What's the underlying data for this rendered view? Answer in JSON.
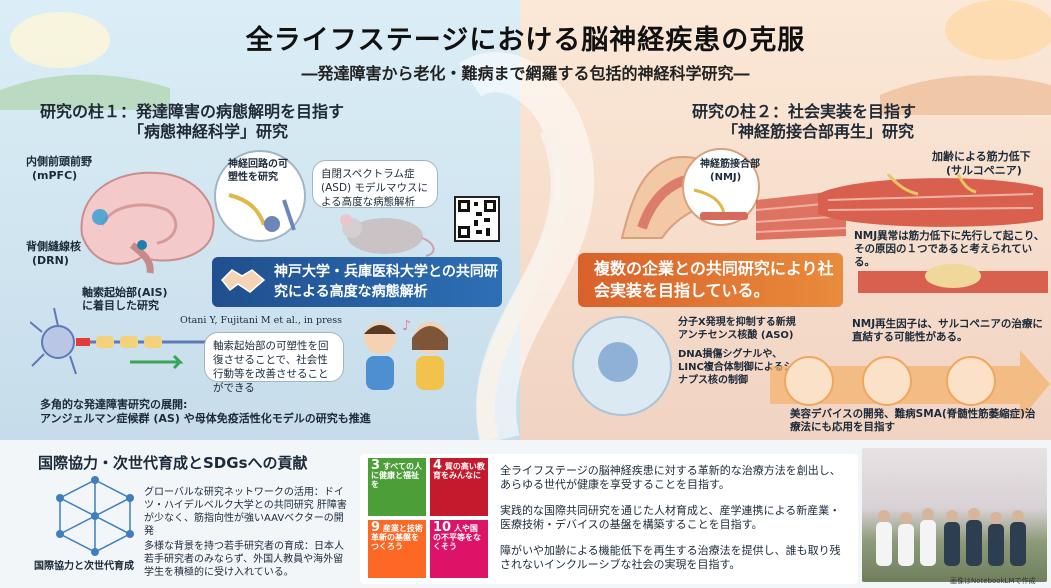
{
  "header": {
    "title": "全ライフステージにおける脳神経疾患の克服",
    "subtitle": "―発達障害から老化・難病まで網羅する包括的神経科学研究―"
  },
  "pillar1": {
    "heading_line1": "研究の柱１：発達障害の病態解明を目指す",
    "heading_line2": "「病態神経科学」研究",
    "mpfc_label1": "内側前頭前野",
    "mpfc_label2": "(mPFC)",
    "drn_label1": "背側縫線核",
    "drn_label2": "(DRN)",
    "circuit_bubble": "神経回路の可塑性を研究",
    "asd_bubble": "自閉スペクトラム症 (ASD) モデルマウスによる高度な病態解析",
    "ais_label": "軸索起始部(AIS)に着目した研究",
    "citation": "Otani Y, Fujitani M et al., in press",
    "banner": "神戸大学・兵庫医科大学との共同研究による高度な病態解析",
    "behavior_bubble": "軸索起始部の可塑性を回復させることで、社会性行動等を改善させることができる",
    "expansion_title": "多角的な発達障害研究の展開:",
    "expansion_body": "アンジェルマン症候群 (AS) や母体免疫活性化モデルの研究も推進"
  },
  "pillar2": {
    "heading_line1": "研究の柱２：社会実装を目指す",
    "heading_line2": "「神経筋接合部再生」研究",
    "nmj_label1": "神経筋接合部",
    "nmj_label2": "(NMJ)",
    "aging_label1": "加齢による筋力低下",
    "aging_label2": "(サルコペニア)",
    "nmj_abnormal": "NMJ異常は筋力低下に先行して起こり、その原因の１つであると考えられている。",
    "banner": "複数の企業との共同研究により社会実装を目指している。",
    "aso_label": "分子X発現を抑制する新規アンチセンス核酸 (ASO)",
    "dna_label": "DNA損傷シグナルや、LINC複合体制御によるシナプス核の制御",
    "regen_factor": "NMJ再生因子は、サルコペニアの治療に直結する可能性がある。",
    "device_label": "美容デバイスの開発、難病SMA(脊髄性筋萎縮症)治療法にも応用を目指す"
  },
  "bottom": {
    "section_title": "国際協力・次世代育成とSDGsへの貢献",
    "network_caption": "国際協力と次世代育成",
    "bullet1": "グローバルな研究ネットワークの活用：ドイツ・ハイデルベルク大学との共同研究 肝障害が少なく、筋指向性が強いAAVベクターの開発",
    "bullet2": "多様な背景を持つ若手研究者の育成：日本人若手研究者のみならず、外国人教員や海外留学生を積極的に受け入れている。",
    "sdg": [
      {
        "num": "3",
        "text": "すべての人に健康と福祉を",
        "color": "#4c9f38",
        "icon": "heartbeat-icon"
      },
      {
        "num": "4",
        "text": "質の高い教育をみんなに",
        "color": "#c5192d",
        "icon": "book-icon"
      },
      {
        "num": "9",
        "text": "産業と技術革新の基盤をつくろう",
        "color": "#fd6925",
        "icon": "cubes-icon"
      },
      {
        "num": "10",
        "text": "人や国の不平等をなくそう",
        "color": "#dd1367",
        "icon": "equality-icon"
      }
    ],
    "goal1": "全ライフステージの脳神経疾患に対する革新的な治療方法を創出し、あらゆる世代が健康を享受することを目指す。",
    "goal2": "実践的な国際共同研究を通じた人材育成と、産学連携による新産業・医療技術・デバイスの基盤を構築することを目指す。",
    "goal3": "障がいや加齢による機能低下を再生する治療法を提供し、誰も取り残されないインクルーシブな社会の実現を目指す。",
    "photo_credit": "画像はNotebookLMで作成"
  },
  "colors": {
    "blue_banner": "#2e6fb5",
    "orange_banner": "#e2742f",
    "sdg3": "#4c9f38",
    "sdg4": "#c5192d",
    "sdg9": "#fd6925",
    "sdg10": "#dd1367"
  }
}
